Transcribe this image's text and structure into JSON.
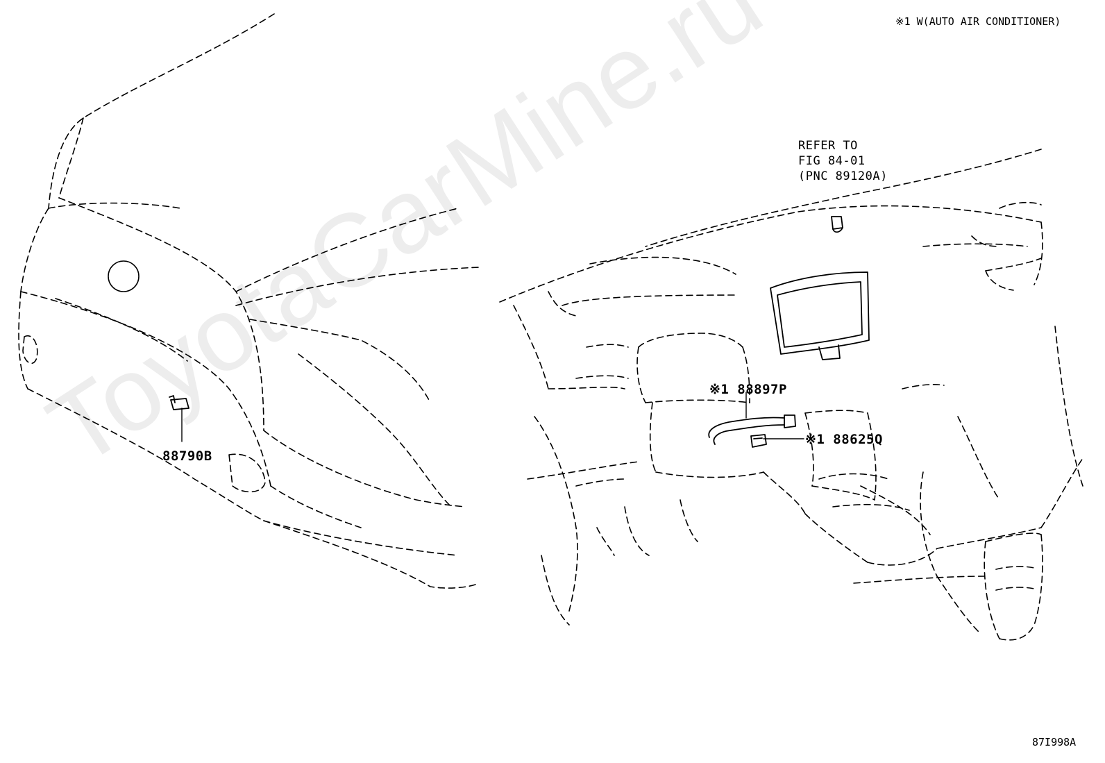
{
  "legend_note": "※1 W(AUTO AIR CONDITIONER)",
  "reference": {
    "line1": "REFER TO",
    "line2": "FIG 84-01",
    "line3": "(PNC 89120A)"
  },
  "parts": {
    "p1": "88790B",
    "p2": "※1 88897P",
    "p3": "※1 88625Q"
  },
  "figure_code": "87I998A",
  "watermark": "ToyotaCarMine.ru"
}
